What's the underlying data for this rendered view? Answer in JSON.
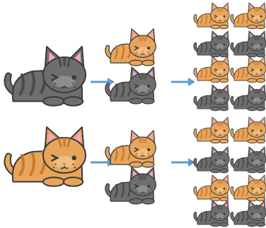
{
  "colors": {
    "gray": "#6e6e6e",
    "gray_stripe": "#4a4a4a",
    "gray_light": "#9a9a9a",
    "orange": "#e7a55c",
    "orange_stripe": "#c97a2c",
    "orange_light": "#f4c98c",
    "ear_inner": "#f2a8c2",
    "arrow": "#5b9bd5",
    "outline": "#3a3a3a",
    "mouth": "#e06b7d"
  },
  "rows": [
    {
      "parent": {
        "color": "gray",
        "icon": "gray-cat-winking-icon"
      },
      "arrow_1": "arrow-right-icon",
      "offspring": [
        "orange",
        "gray"
      ],
      "arrow_2": "arrow-right-icon",
      "grid": [
        "orange",
        "orange",
        "gray",
        "gray",
        "orange",
        "orange",
        "gray",
        "gray"
      ]
    },
    {
      "parent": {
        "color": "orange",
        "icon": "orange-cat-winking-icon"
      },
      "arrow_1": "arrow-right-icon",
      "offspring": [
        "orange",
        "gray"
      ],
      "arrow_2": "arrow-right-icon",
      "grid": [
        "orange",
        "orange",
        "gray",
        "gray",
        "orange",
        "orange",
        "gray",
        "gray"
      ]
    }
  ]
}
